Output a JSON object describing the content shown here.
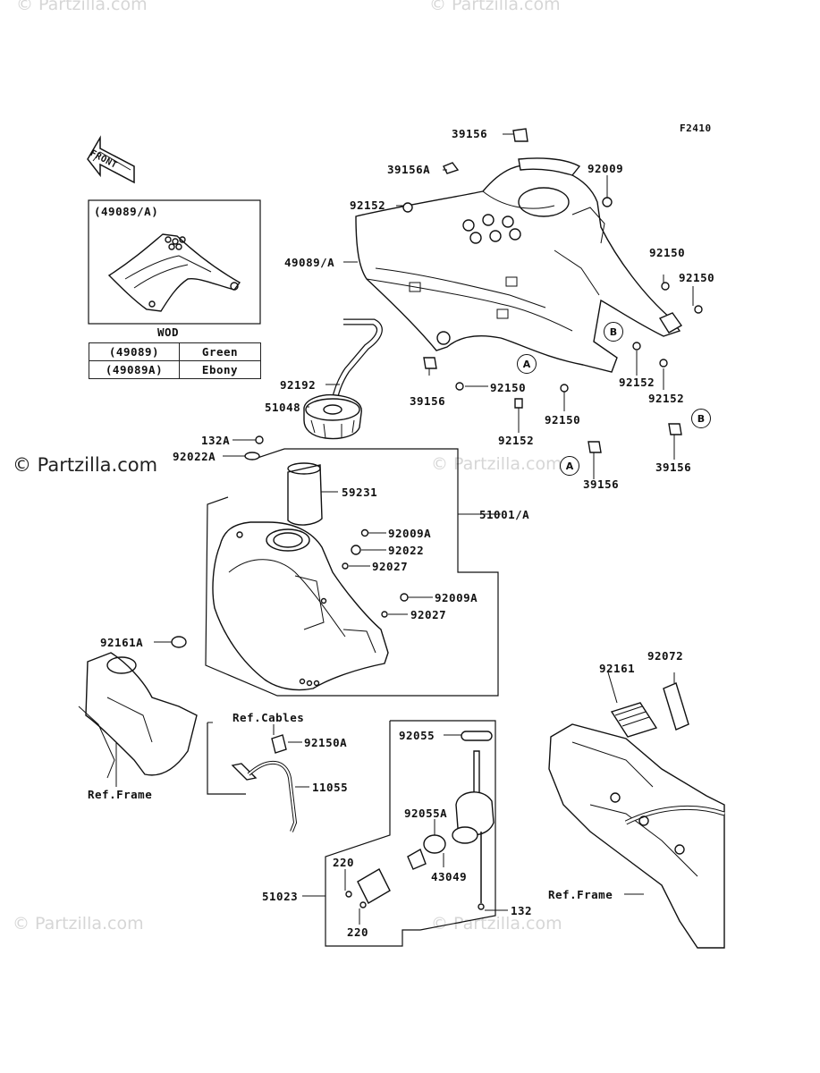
{
  "watermarks": {
    "top_left": "© Partzilla.com",
    "top_right": "© Partzilla.com",
    "mid_left": "© Partzilla.com",
    "mid_right": "© Partzilla.com",
    "bottom_left": "© Partzilla.com",
    "bottom_mid": "© Partzilla.com"
  },
  "figure_code": "F2410",
  "front_arrow": "FRONT",
  "inset": {
    "title": "(49089/A)",
    "caption": "WOD",
    "table": [
      {
        "part": "(49089)",
        "color": "Green"
      },
      {
        "part": "(49089A)",
        "color": "Ebony"
      }
    ]
  },
  "callouts": {
    "c39156_top": "39156",
    "c39156A": "39156A",
    "c92009": "92009",
    "c92152_a": "92152",
    "c49089A": "49089/A",
    "c92150_a": "92150",
    "c92150_b": "92150",
    "c92192": "92192",
    "c92150_c": "92150",
    "c39156_mid": "39156",
    "c92152_b": "92152",
    "c92152_c": "92152",
    "c51048": "51048",
    "c92150_d": "92150",
    "c92152_d": "92152",
    "c39156_b": "39156",
    "c39156_c": "39156",
    "c132A": "132A",
    "c92022A": "92022A",
    "c59231": "59231",
    "c51001A": "51001/A",
    "c92009A_a": "92009A",
    "c92022": "92022",
    "c92027_a": "92027",
    "c92009A_b": "92009A",
    "c92027_b": "92027",
    "c92161A": "92161A",
    "c92161": "92161",
    "c92072": "92072",
    "ref_cables": "Ref.Cables",
    "c92150A": "92150A",
    "c92055": "92055",
    "ref_frame_left": "Ref.Frame",
    "c11055": "11055",
    "c92055A": "92055A",
    "c220_a": "220",
    "c43049": "43049",
    "c51023": "51023",
    "c132": "132",
    "c220_b": "220",
    "ref_frame_right": "Ref.Frame"
  },
  "markers": {
    "A": "A",
    "B": "B"
  }
}
